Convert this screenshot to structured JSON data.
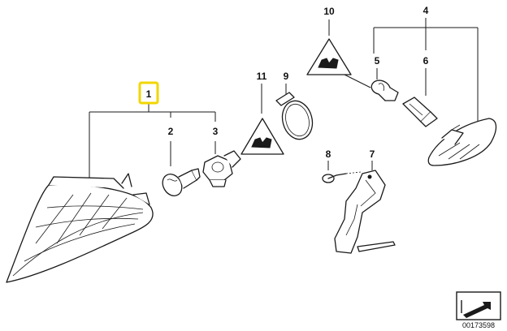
{
  "diagram": {
    "callouts": [
      {
        "id": "1",
        "label": "1",
        "highlighted": true
      },
      {
        "id": "2",
        "label": "2"
      },
      {
        "id": "3",
        "label": "3"
      },
      {
        "id": "4",
        "label": "4"
      },
      {
        "id": "5",
        "label": "5"
      },
      {
        "id": "6",
        "label": "6"
      },
      {
        "id": "7",
        "label": "7"
      },
      {
        "id": "8",
        "label": "8"
      },
      {
        "id": "9",
        "label": "9"
      },
      {
        "id": "10",
        "label": "10"
      },
      {
        "id": "11",
        "label": "11"
      }
    ],
    "catalog_number": "00173598",
    "highlight_color": "#f2d600"
  }
}
